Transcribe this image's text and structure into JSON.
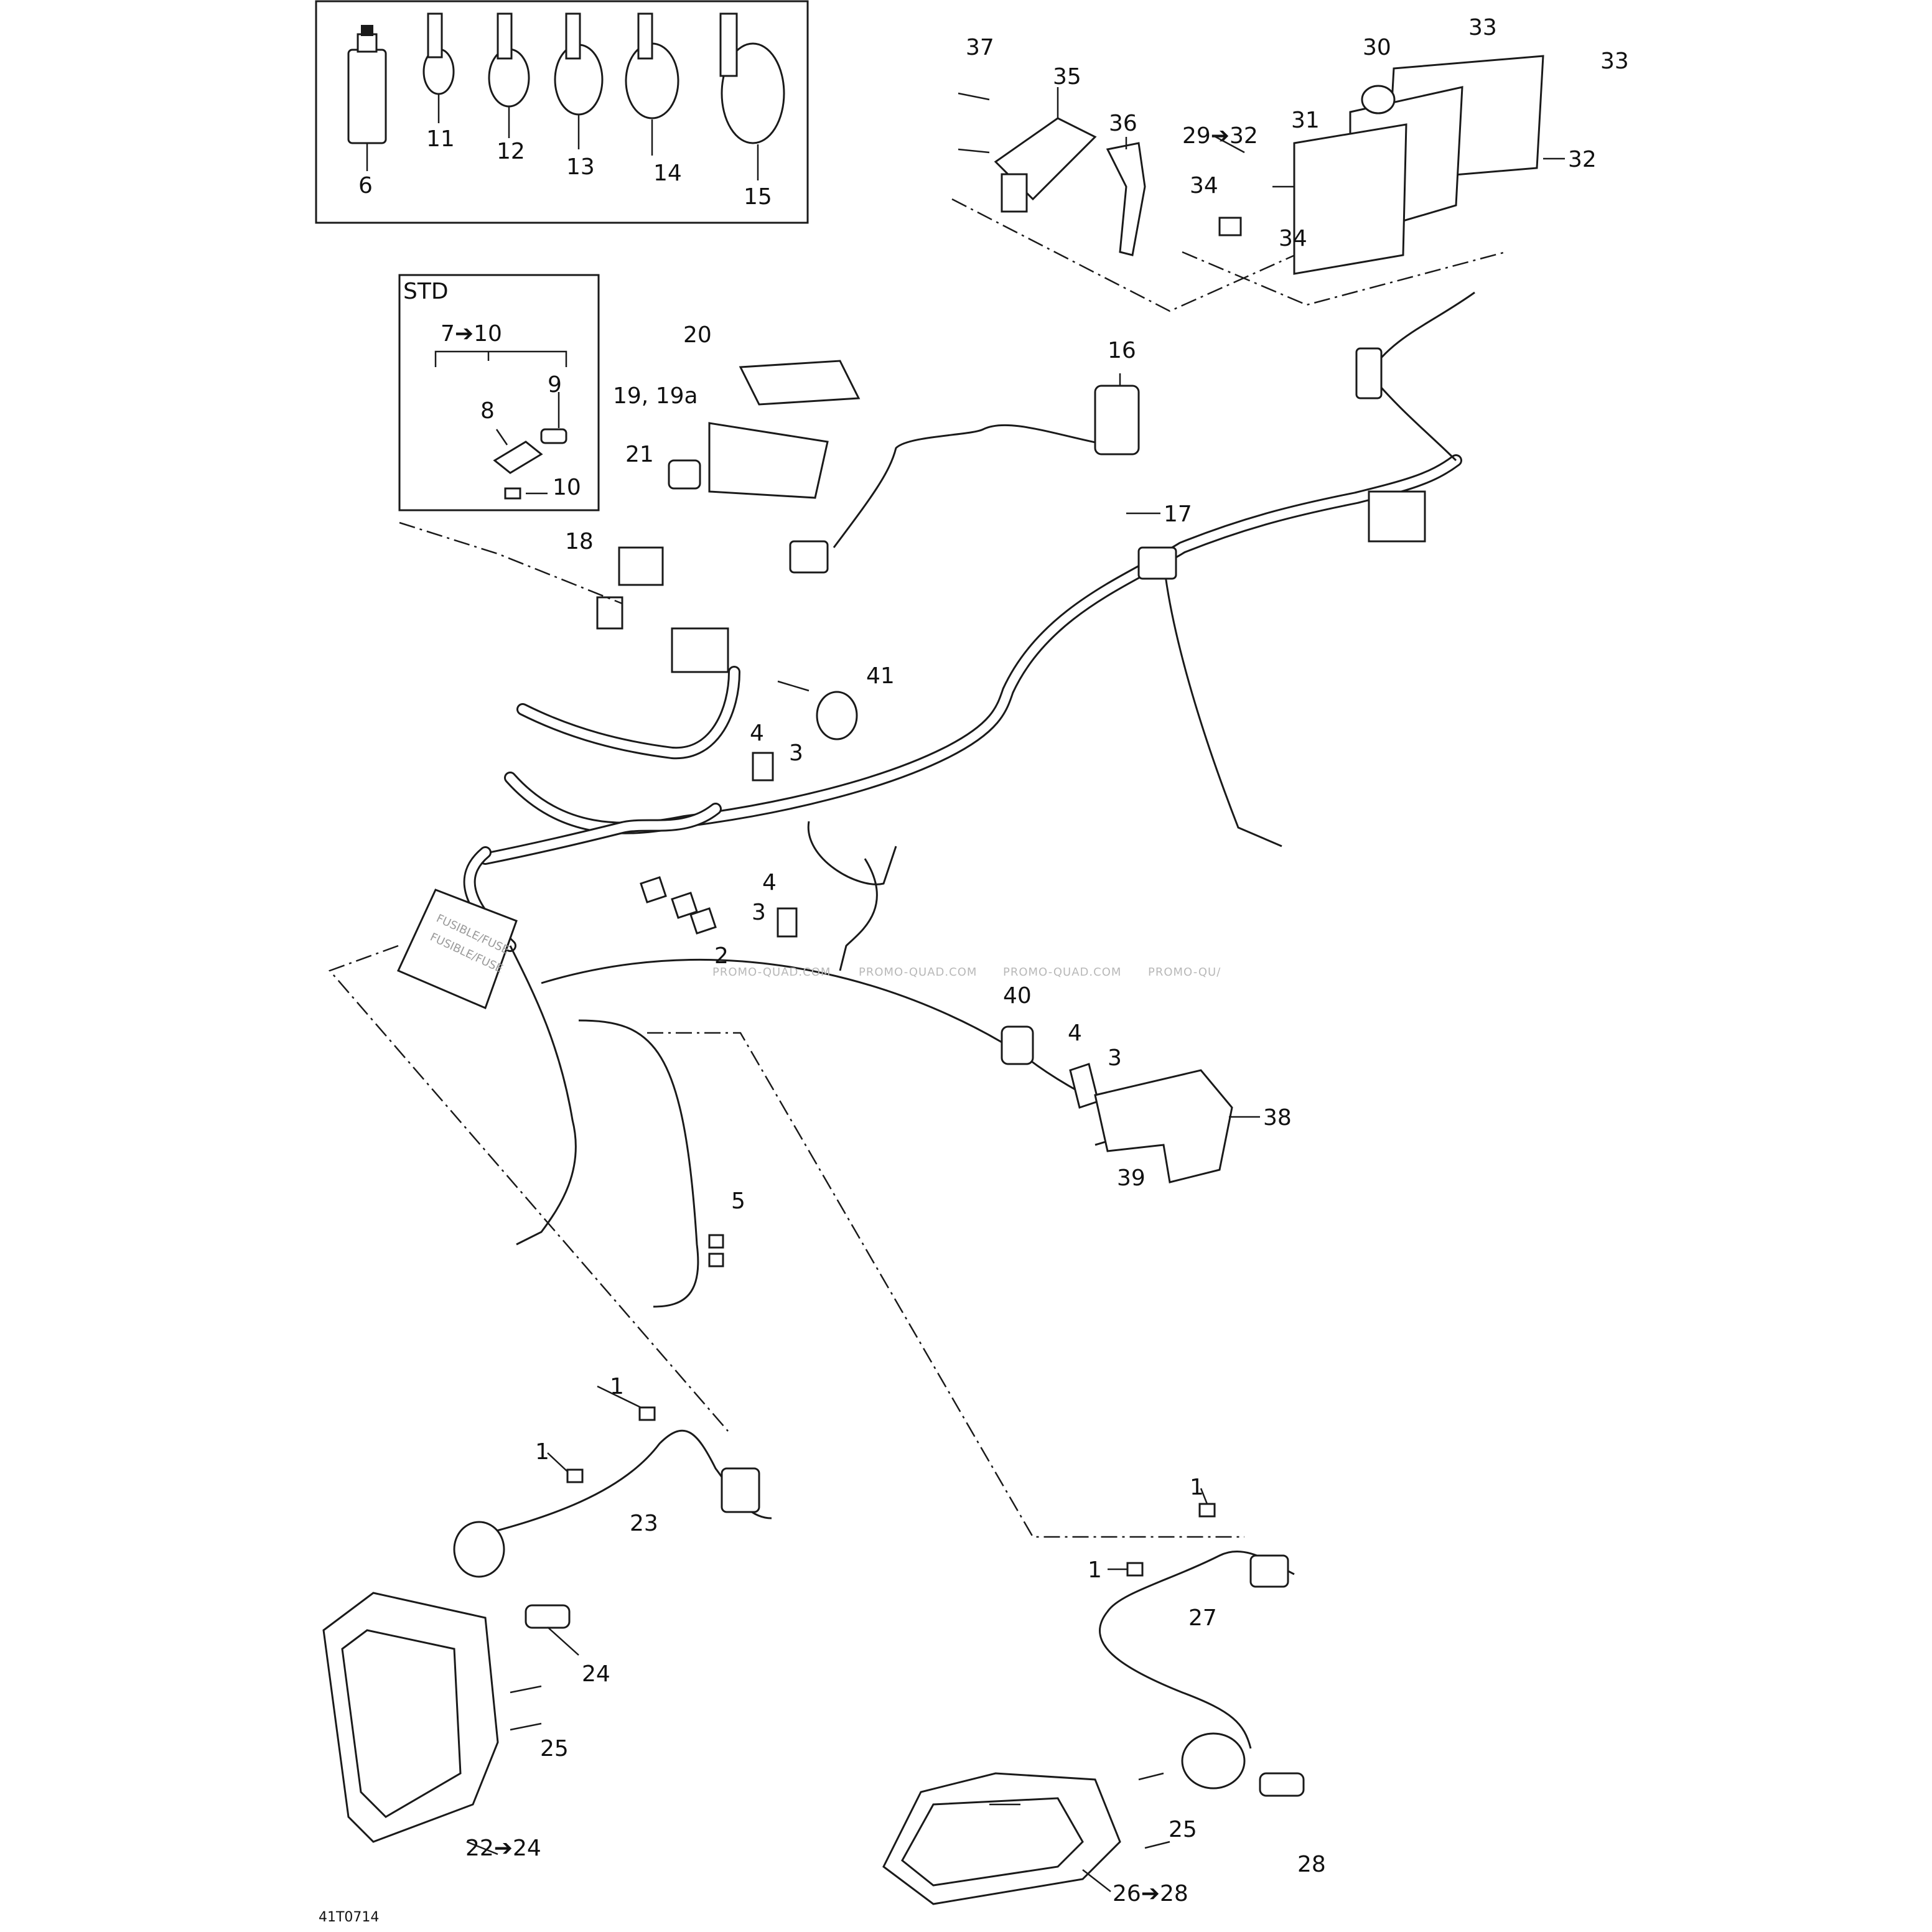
{
  "diagram_id": "41T0714",
  "watermark": [
    "PROMO-QUAD.COM",
    "PROMO-QUAD.COM",
    "PROMO-QUAD.COM",
    "PROMO-QU/"
  ],
  "boxes": {
    "kit_box_label": "STD"
  },
  "fuse_box_text": [
    "FUSIBLE/FUSE",
    "FUSIBLE/FUSE"
  ],
  "labels": {
    "p1a": "1",
    "p1b": "1",
    "p1c": "1",
    "p1d": "1",
    "p2": "2",
    "p3a": "3",
    "p3b": "3",
    "p3c": "3",
    "p4a": "4",
    "p4b": "4",
    "p4c": "4",
    "p5": "5",
    "p6": "6",
    "p7_10": "7➔10",
    "p8": "8",
    "p9": "9",
    "p10": "10",
    "p11": "11",
    "p12": "12",
    "p13": "13",
    "p14": "14",
    "p15": "15",
    "p16": "16",
    "p17": "17",
    "p18": "18",
    "p19": "19, 19a",
    "p20": "20",
    "p21": "21",
    "p22_24": "22➔24",
    "p23": "23",
    "p24": "24",
    "p25a": "25",
    "p25b": "25",
    "p26_28": "26➔28",
    "p27": "27",
    "p28": "28",
    "p29_32": "29➔32",
    "p30": "30",
    "p31": "31",
    "p32": "32",
    "p33a": "33",
    "p33b": "33",
    "p34a": "34",
    "p34b": "34",
    "p35": "35",
    "p36": "36",
    "p37": "37",
    "p38": "38",
    "p39": "39",
    "p40": "40",
    "p41": "41"
  }
}
